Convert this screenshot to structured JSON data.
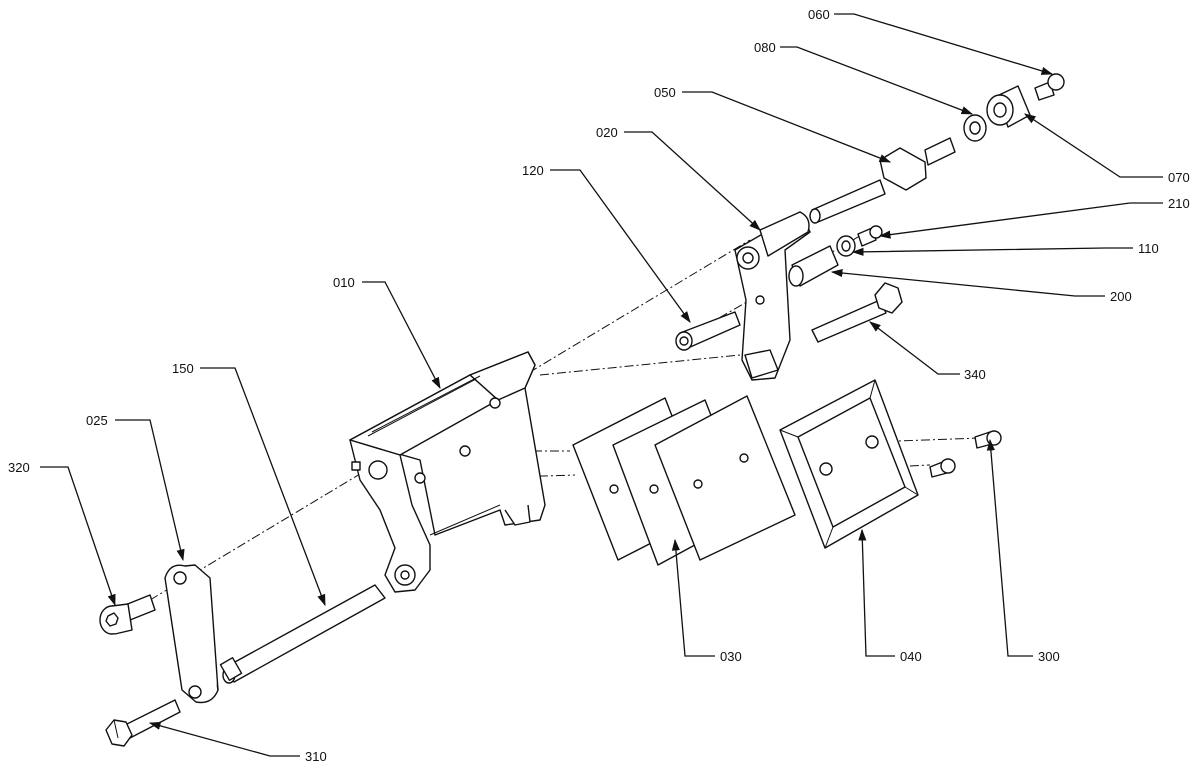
{
  "callouts": [
    {
      "id": "060",
      "label": "060"
    },
    {
      "id": "080",
      "label": "080"
    },
    {
      "id": "050",
      "label": "050"
    },
    {
      "id": "020",
      "label": "020"
    },
    {
      "id": "120",
      "label": "120"
    },
    {
      "id": "070",
      "label": "070"
    },
    {
      "id": "210",
      "label": "210"
    },
    {
      "id": "110",
      "label": "110"
    },
    {
      "id": "200",
      "label": "200"
    },
    {
      "id": "340",
      "label": "340"
    },
    {
      "id": "010",
      "label": "010"
    },
    {
      "id": "150",
      "label": "150"
    },
    {
      "id": "025",
      "label": "025"
    },
    {
      "id": "320",
      "label": "320"
    },
    {
      "id": "030",
      "label": "030"
    },
    {
      "id": "040",
      "label": "040"
    },
    {
      "id": "300",
      "label": "300"
    },
    {
      "id": "310",
      "label": "310"
    }
  ]
}
